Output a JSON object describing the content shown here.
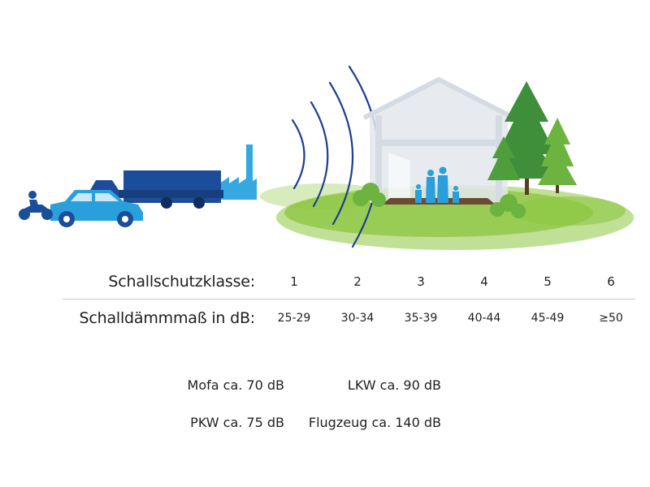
{
  "scene": {
    "colors": {
      "wave": "#1d3f8f",
      "vehicle_light": "#29a0dc",
      "vehicle_dark": "#1b4d9a",
      "truck": "#1b4d9a",
      "factory": "#35a8e0",
      "house_wall": "#e3e7ec",
      "house_frame": "#c9cfd6",
      "people": "#29a0dc",
      "floor": "#6b4a32",
      "grass": "#8cc63f",
      "tree": "#3e8e3a",
      "tree_light": "#6cb33f"
    },
    "icons": [
      "motorcycle-icon",
      "car-icon",
      "truck-icon",
      "factory-icon",
      "sound-wave-icon",
      "house-icon",
      "family-icon",
      "tree-icon",
      "bush-icon"
    ]
  },
  "table": {
    "class_label": "Schallschutzklasse:",
    "db_label": "Schalldämmmaß in dB:",
    "classes": [
      "1",
      "2",
      "3",
      "4",
      "5",
      "6"
    ],
    "db_ranges": [
      "25-29",
      "30-34",
      "35-39",
      "40-44",
      "45-49",
      "≥50"
    ]
  },
  "examples": [
    {
      "text": "Mofa ca. 70 dB"
    },
    {
      "text": "LKW ca. 90 dB"
    },
    {
      "text": "PKW ca. 75 dB"
    },
    {
      "text": "Flugzeug ca. 140 dB"
    }
  ]
}
